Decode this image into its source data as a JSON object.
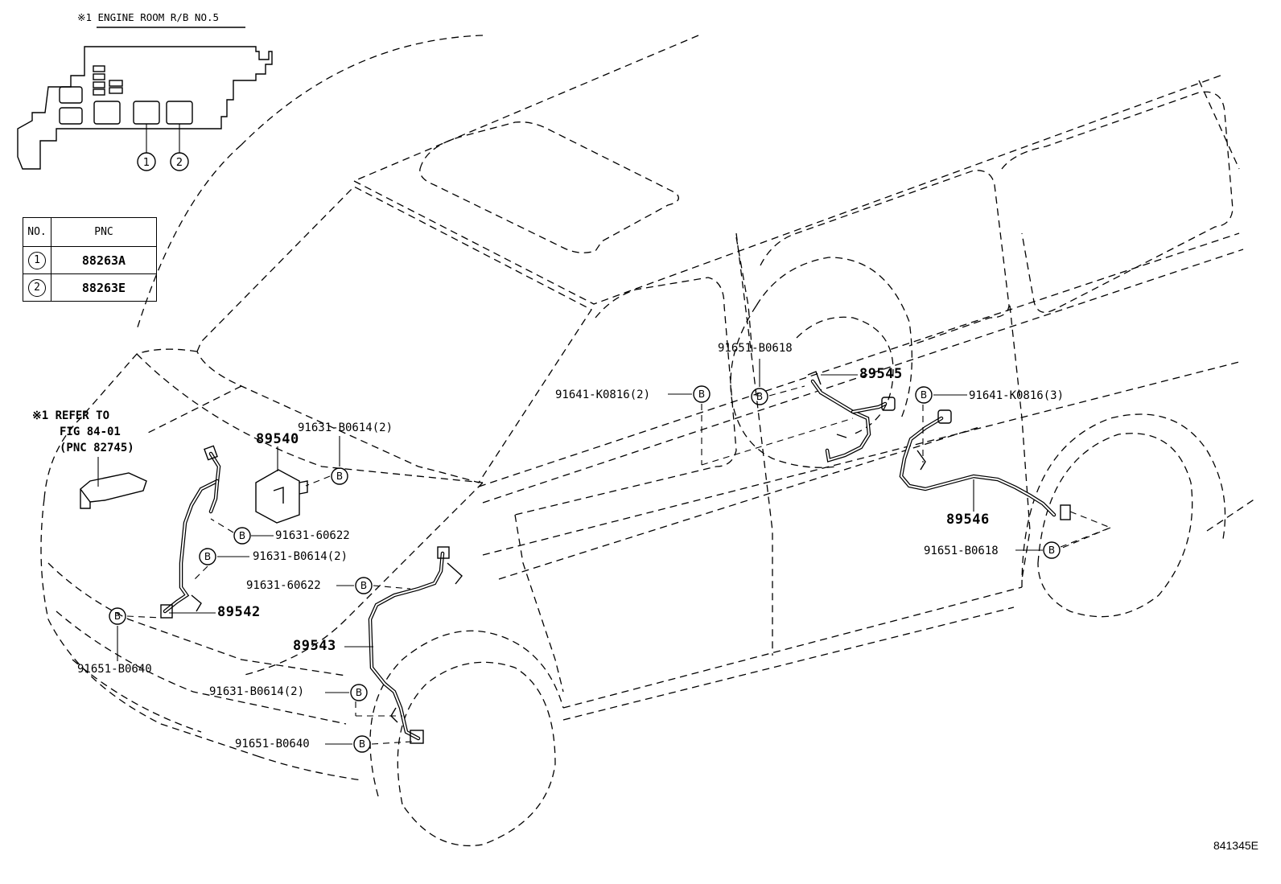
{
  "engine_room_label": "※1 ENGINE ROOM R/B NO.5",
  "relay_markers": [
    "1",
    "2"
  ],
  "pnc_table": {
    "headers": [
      "NO.",
      "PNC"
    ],
    "rows": [
      {
        "no": "1",
        "pnc": "88263A"
      },
      {
        "no": "2",
        "pnc": "88263E"
      }
    ]
  },
  "refer_note": {
    "line1": "※1 REFER TO",
    "line2": "FIG 84-01",
    "line3": "(PNC 82745)"
  },
  "fastener_symbol": "B",
  "parts": {
    "p89540": "89540",
    "p89542": "89542",
    "p89543": "89543",
    "p89545": "89545",
    "p89546": "89546"
  },
  "fasteners": {
    "f_91631_B0614_top": "91631-B0614(2)",
    "f_91631_60622_a": "91631-60622",
    "f_91631_B0614_mid": "91631-B0614(2)",
    "f_91631_60622_b": "91631-60622",
    "f_91651_B0640_a": "91651-B0640",
    "f_91631_B0614_low": "91631-B0614(2)",
    "f_91651_B0640_b": "91651-B0640",
    "f_91641_K0816_2": "91641-K0816(2)",
    "f_91651_B0618_top": "91651-B0618",
    "f_91641_K0816_3": "91641-K0816(3)",
    "f_91651_B0618_low": "91651-B0618"
  },
  "figure_code": "841345E"
}
